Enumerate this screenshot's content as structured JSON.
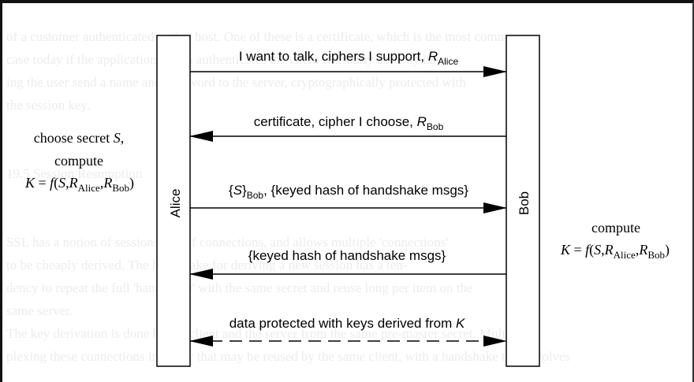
{
  "background_text": {
    "lines": [
      "of a customer authenticated to that host. One of these is a certificate, which is the most common",
      "case today if the application which authenticates the client is usually done by hav-",
      "ing the user send a name and password to the server, cryptographically protected with",
      "the session key.",
      "",
      "",
      "19.5 Session Resumption",
      "",
      "",
      "SSL has a notion of sessions and of connections, and allows multiple 'connections'",
      "to be cheaply derived. The handshake for deriving a new session has a ten-",
      "dency to repeat the full 'handshake' with the same secret and reuse long per item on the",
      "same server.",
      "The key derivation is done by the client and the server from the same pre-master secret. Multi-",
      "plexing these connections in a way that may be reused by the same client, with a handshake that involves"
    ]
  },
  "diagram": {
    "alice_label": "Alice",
    "bob_label": "Bob",
    "messages": [
      {
        "text": "I want to talk, ciphers I support, ",
        "var": "R",
        "sub": "Alice",
        "direction": "to-bob"
      },
      {
        "text": "certificate, cipher I choose, ",
        "var": "R",
        "sub": "Bob",
        "direction": "to-alice"
      },
      {
        "pre": "{",
        "var": "S",
        "post": "}",
        "sub": "Bob",
        "text": ", {keyed hash of handshake msgs}",
        "direction": "to-bob"
      },
      {
        "text": "{keyed hash of handshake msgs}",
        "direction": "to-alice"
      },
      {
        "text": "data protected with keys derived from ",
        "var": "K",
        "direction": "both-dashed"
      }
    ],
    "alice_note": {
      "line1_text": "choose secret ",
      "line1_var": "S",
      "line1_end": ",",
      "line2": "compute",
      "formula": {
        "lhs": "K",
        "eq": " = ",
        "fn": "f",
        "open": "(",
        "s": "S",
        "r": "R",
        "sub1": "Alice",
        "sub2": "Bob",
        "comma": ",",
        "close": ")"
      }
    },
    "bob_note": {
      "line1": "compute",
      "formula": {
        "lhs": "K",
        "eq": " = ",
        "fn": "f",
        "open": "(",
        "s": "S",
        "r": "R",
        "sub1": "Alice",
        "sub2": "Bob",
        "comma": ",",
        "close": ")"
      }
    }
  }
}
